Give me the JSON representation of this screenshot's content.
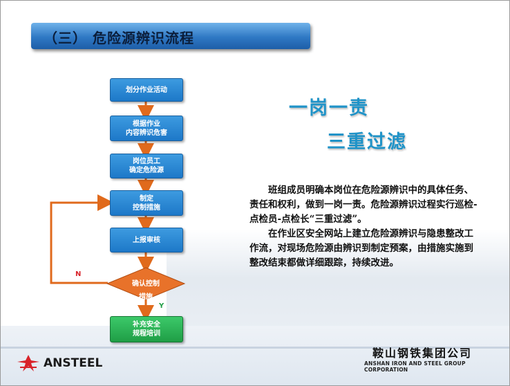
{
  "title": "（三） 危险源辨识流程",
  "flowchart": {
    "steps": [
      "划分作业活动",
      "根据作业\n内容辨识危害",
      "岗位员工\n确定危险源",
      "制定\n控制措施",
      "上报审核"
    ],
    "decision": "确认控制\n措施",
    "final": "补充安全\n规程培训",
    "no_label": "N",
    "yes_label": "Y"
  },
  "slogan": {
    "line1": "一岗一责",
    "line2": "三重过滤"
  },
  "paragraph": {
    "p1": "班组成员明确本岗位在危险源辨识中的具体任务、责任和权利，做到一岗一责。危险源辨识过程实行巡检-点检员-点检长“三重过滤”。",
    "p2": "在作业区安全网站上建立危险源辨识与隐患整改工作流，对现场危险源由辨识到制定预案，由措施实施到整改结束都做详细跟踪，持续改进。"
  },
  "footer": {
    "logo": "ANSTEEL",
    "company_cn": "鞍山钢铁集团公司",
    "company_en": "ANSHAN IRON AND STEEL GROUP CORPORATION"
  },
  "colors": {
    "title_bar": "#2f78c4",
    "box_blue": "#1d78c8",
    "box_orange": "#e8722a",
    "box_green": "#1f9e46",
    "slogan": "#1f93c8",
    "arrow": "#e06a1c",
    "logo_red": "#d8232a"
  }
}
